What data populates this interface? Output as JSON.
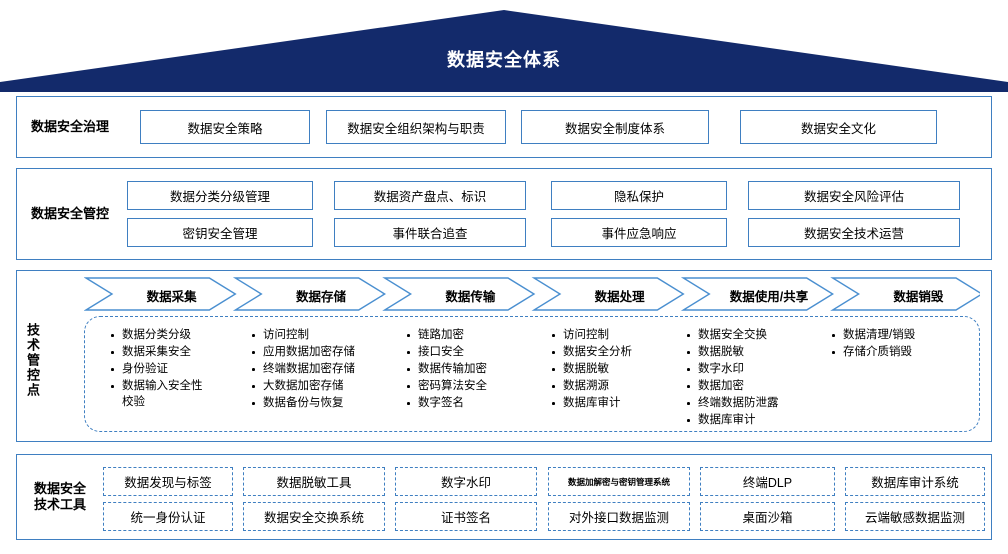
{
  "title": "数据安全体系",
  "colors": {
    "roof": "#132a6b",
    "panel_border": "#3f7fc1",
    "box_border": "#3f7fc1",
    "text": "#000000",
    "roof_text": "#ffffff"
  },
  "rows": [
    {
      "id": "governance",
      "label": "数据安全治理",
      "items": [
        "数据安全策略",
        "数据安全组织架构与职责",
        "数据安全制度体系",
        "数据安全文化"
      ]
    },
    {
      "id": "management",
      "label": "数据安全管控",
      "items_row1": [
        "数据分类分级管理",
        "数据资产盘点、标识",
        "隐私保护",
        "数据安全风险评估"
      ],
      "items_row2": [
        "密钥安全管理",
        "事件联合追查",
        "事件应急响应",
        "数据安全技术运营"
      ]
    },
    {
      "id": "technical-control",
      "label": "技术管控点",
      "lifecycle": [
        "数据采集",
        "数据存储",
        "数据传输",
        "数据处理",
        "数据使用/共享",
        "数据销毁"
      ],
      "columns": [
        [
          "数据分类分级",
          "数据采集安全",
          "身份验证",
          "数据输入安全性\n校验"
        ],
        [
          "访问控制",
          "应用数据加密存储",
          "终端数据加密存储",
          "大数据加密存储",
          "数据备份与恢复"
        ],
        [
          "链路加密",
          "接口安全",
          "数据传输加密",
          "密码算法安全",
          "数字签名"
        ],
        [
          "访问控制",
          "数据安全分析",
          "数据脱敏",
          "数据溯源",
          "数据库审计"
        ],
        [
          "数据安全交换",
          "数据脱敏",
          "数字水印",
          "数据加密",
          "终端数据防泄露",
          "数据库审计"
        ],
        [
          "数据清理/销毁",
          "存储介质销毁"
        ]
      ]
    },
    {
      "id": "tools",
      "label": "数据安全\n技术工具",
      "items_row1": [
        "数据发现与标签",
        "数据脱敏工具",
        "数字水印",
        "数据加解密与密钥管理系统",
        "终端DLP",
        "数据库审计系统"
      ],
      "items_row2": [
        "统一身份认证",
        "数据安全交换系统",
        "证书签名",
        "对外接口数据监测",
        "桌面沙箱",
        "云端敏感数据监测"
      ]
    }
  ]
}
